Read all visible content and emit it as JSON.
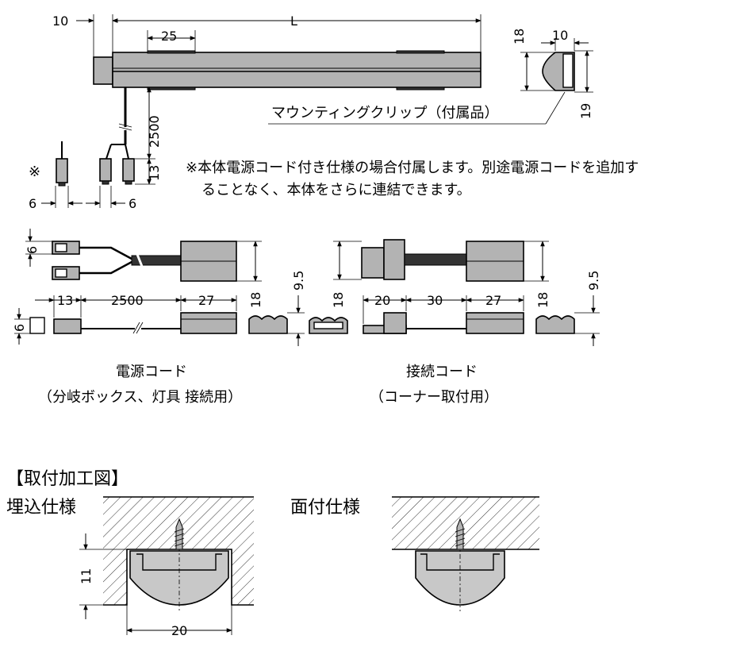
{
  "top": {
    "dim_left_10": "10",
    "dim_L": "L",
    "dim_25": "25",
    "dim_2500": "2500",
    "dim_13": "13",
    "dim_6a": "6",
    "dim_6b": "6",
    "asterisk": "※",
    "clip_dim_18": "18",
    "clip_dim_10": "10",
    "clip_dim_19": "19",
    "clip_label": "マウンティングクリップ（付属品）",
    "note_line1": "※本体電源コード付き仕様の場合付属します。別途電源コードを追加す",
    "note_line2": "ることなく、本体をさらに連結できます。"
  },
  "power_cord": {
    "dim_6_top": "6",
    "dim_6_side": "6",
    "dim_13": "13",
    "dim_2500": "2500",
    "dim_27": "27",
    "dim_18": "18",
    "dim_9_5": "9.5",
    "title": "電源コード",
    "subtitle": "（分岐ボックス、灯具 接続用）"
  },
  "connect_cord": {
    "dim_18_left": "18",
    "dim_20": "20",
    "dim_30": "30",
    "dim_27": "27",
    "dim_18_right": "18",
    "dim_9_5": "9.5",
    "title": "接続コード",
    "subtitle": "（コーナー取付用）"
  },
  "mounting": {
    "section_title": "【取付加工図】",
    "recessed_title": "埋込仕様",
    "surface_title": "面付仕様",
    "dim_11": "11",
    "dim_20": "20"
  }
}
